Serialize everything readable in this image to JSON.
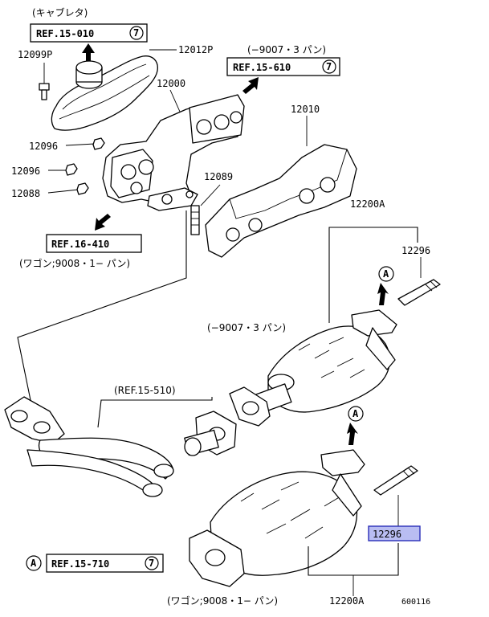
{
  "labels": {
    "carb_note": "(キャブレタ)",
    "ref_15_010": "REF.15-010",
    "ref_15_010_circle": "7",
    "p12099P": "12099P",
    "p12012P": "12012P",
    "note_9007_top": "(−9007・3 パン)",
    "ref_15_610": "REF.15-610",
    "ref_15_610_circle": "7",
    "p12000": "12000",
    "p12010": "12010",
    "p12096_a": "12096",
    "p12096_b": "12096",
    "p12088": "12088",
    "p12089": "12089",
    "ref_16_410": "REF.16-410",
    "wagon_note_top": "(ワゴン;9008・1− パン)",
    "p12200A_top": "12200A",
    "p12296_top": "12296",
    "circle_A_top": "A",
    "note_9007_mid": "(−9007・3 パン)",
    "ref_15_510": "(REF.15-510)",
    "circle_A_mid": "A",
    "p12296_highlight": "12296",
    "circle_A_bottom": "A",
    "ref_15_710": "REF.15-710",
    "ref_15_710_circle": "7",
    "wagon_note_bottom": "(ワゴン;9008・1− パン)",
    "p12200A_bottom": "12200A",
    "code": "600116"
  },
  "colors": {
    "highlight_fill": "#b9bdf2",
    "highlight_stroke": "#2a2fb8"
  }
}
